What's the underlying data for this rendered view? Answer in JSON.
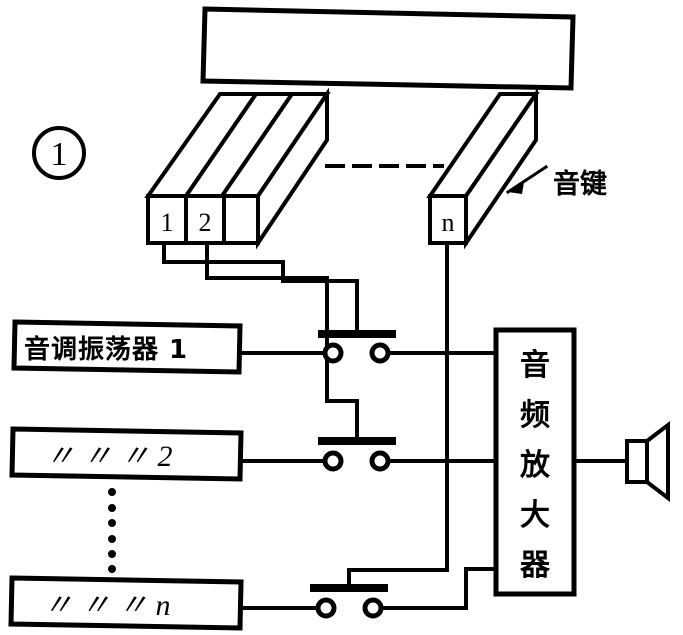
{
  "figure": {
    "number": "1",
    "caption_annotation": "音键",
    "annotation_meaning": "tone key"
  },
  "keyboard": {
    "frame_name": "keyboard-rail",
    "keys": [
      {
        "label": "1"
      },
      {
        "label": "2"
      },
      {
        "label": "n"
      }
    ],
    "ellipsis": "— — — —"
  },
  "oscillators": [
    {
      "label": "音调振荡器 1",
      "index": "1"
    },
    {
      "label": "〃    〃    〃  2",
      "index": "2"
    },
    {
      "label": "〃    〃    〃 n",
      "index": "n"
    }
  ],
  "vertical_ellipsis": "⋮",
  "amplifier": {
    "label": "音频放大器",
    "chars": [
      "音",
      "频",
      "放",
      "大",
      "器"
    ]
  },
  "speaker": {
    "name": "loudspeaker"
  },
  "switches": [
    {
      "name": "push-switch-1"
    },
    {
      "name": "push-switch-2"
    },
    {
      "name": "push-switch-n"
    }
  ],
  "colors": {
    "ink": "#000000",
    "paper": "#ffffff"
  }
}
